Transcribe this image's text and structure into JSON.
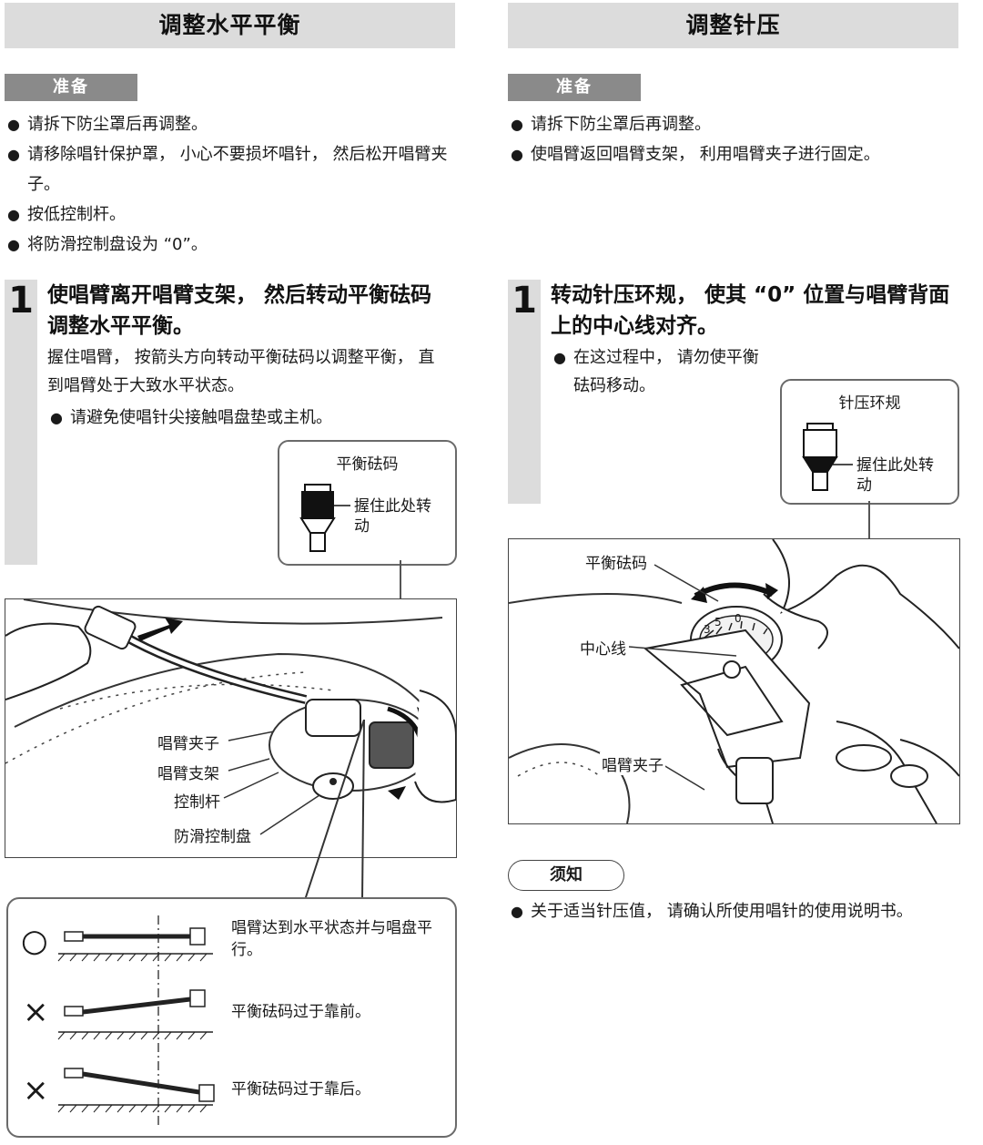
{
  "left": {
    "title": "调整水平平衡",
    "prep_label": "准备",
    "prep_items": [
      "请拆下防尘罩后再调整。",
      "请移除唱针保护罩， 小心不要损坏唱针， 然后松开唱臂夹子。",
      "按低控制杆。",
      "将防滑控制盘设为 “0”。"
    ],
    "step": {
      "number": "1",
      "heading": "使唱臂离开唱臂支架， 然后转动平衡砝码调整水平平衡。",
      "body": "握住唱臂， 按箭头方向转动平衡砝码以调整平衡， 直到唱臂处于大致水平状态。",
      "bullet": "请避免使唱针尖接触唱盘垫或主机。"
    },
    "callout": {
      "title": "平衡砝码",
      "label": "握住此处转动"
    },
    "figure_labels": {
      "arm_clamp": "唱臂夹子",
      "arm_rest": "唱臂支架",
      "lever": "控制杆",
      "antiskate": "防滑控制盘"
    },
    "states": [
      {
        "symbol": "○",
        "text": "唱臂达到水平状态并与唱盘平行。"
      },
      {
        "symbol": "×",
        "text": "平衡砝码过于靠前。"
      },
      {
        "symbol": "×",
        "text": "平衡砝码过于靠后。"
      }
    ]
  },
  "right": {
    "title": "调整针压",
    "prep_label": "准备",
    "prep_items": [
      "请拆下防尘罩后再调整。",
      "使唱臂返回唱臂支架， 利用唱臂夹子进行固定。"
    ],
    "step": {
      "number": "1",
      "heading": "转动针压环规， 使其 “0” 位置与唱臂背面上的中心线对齐。",
      "bullet": "在这过程中， 请勿使平衡砝码移动。"
    },
    "callout": {
      "title": "针压环规",
      "label": "握住此处转动"
    },
    "figure_labels": {
      "counterweight": "平衡砝码",
      "center_line": "中心线",
      "arm_clamp": "唱臂夹子"
    },
    "dial_ticks": [
      "3",
      "5",
      "0"
    ],
    "notice_label": "须知",
    "notice_items": [
      "关于适当针压值， 请确认所使用唱针的使用说明书。"
    ]
  }
}
